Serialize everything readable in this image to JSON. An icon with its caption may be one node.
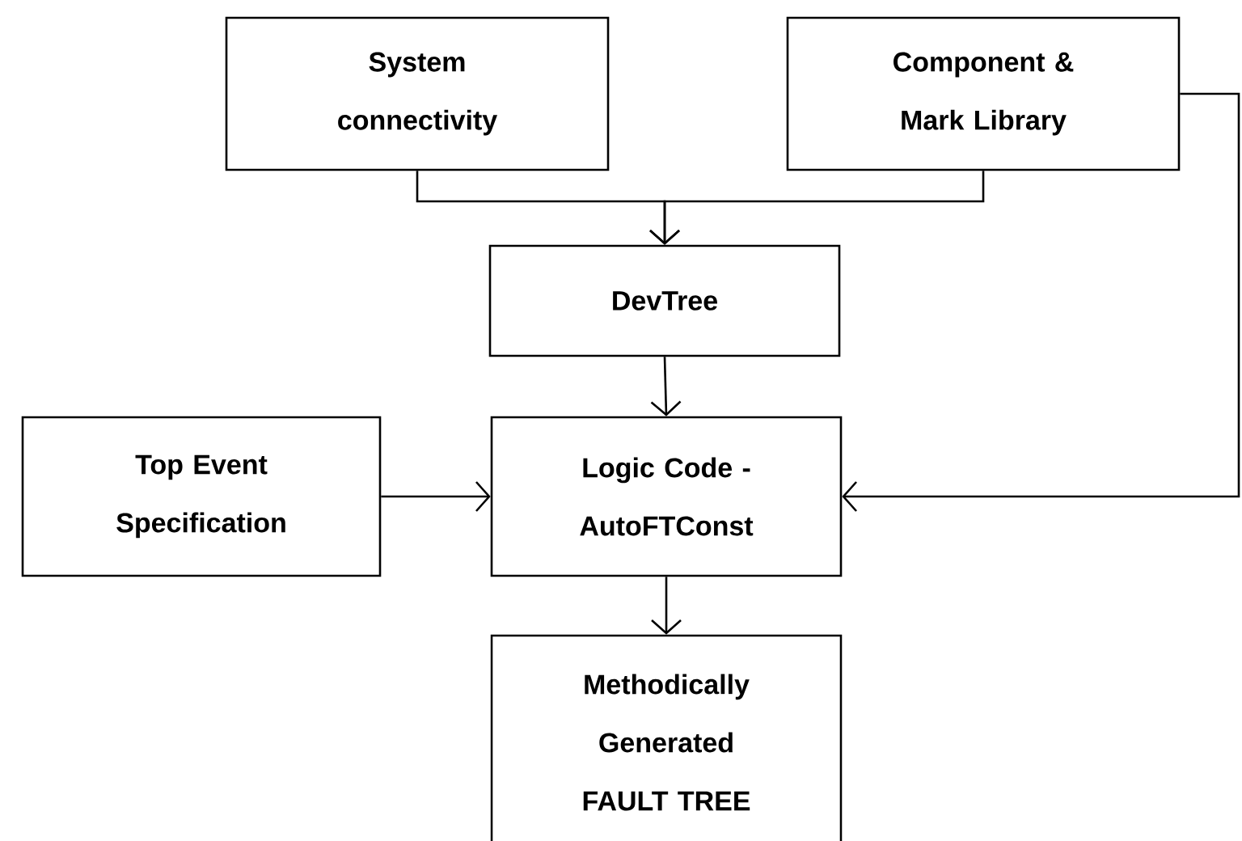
{
  "diagram": {
    "nodes": [
      {
        "text": [
          "System connectivity"
        ]
      },
      {
        "text": [
          "Component & Mark Library"
        ]
      },
      {
        "text": [
          "DevTree"
        ]
      },
      {
        "text": [
          "Top Event Specification"
        ]
      },
      {
        "text": [
          "Logic Code - AutoFTConst"
        ]
      },
      {
        "text": [
          "Methodically Generated FAULT TREE"
        ]
      }
    ],
    "edges": [
      {
        "from": 0,
        "to": 2,
        "arrow": "to"
      },
      {
        "from": 1,
        "to": 2,
        "arrow": "to"
      },
      {
        "from": 2,
        "to": 4,
        "arrow": "to"
      },
      {
        "from": 3,
        "to": 4,
        "arrow": "to"
      },
      {
        "from": 1,
        "to": 4,
        "arrow": "to"
      },
      {
        "from": 4,
        "to": 5,
        "arrow": "to"
      }
    ]
  }
}
